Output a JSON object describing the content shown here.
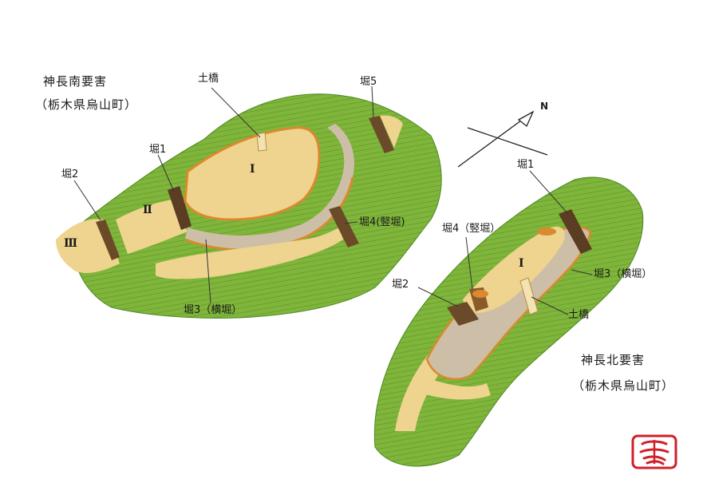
{
  "south": {
    "title": "神長南要害",
    "subtitle": "（栃木県烏山町）",
    "labels": {
      "dobashi": "土橋",
      "hori1": "堀1",
      "hori2": "堀2",
      "hori3": "堀3（横堀）",
      "hori4": "堀4(竪堀)",
      "hori5": "堀5"
    },
    "baileys": {
      "one": "Ⅰ",
      "two": "Ⅱ",
      "three": "Ⅲ"
    }
  },
  "north": {
    "title": "神長北要害",
    "subtitle": "（栃木県烏山町）",
    "labels": {
      "hori1": "堀1",
      "hori2": "堀2",
      "hori3": "堀3（横堀）",
      "hori4": "堀4（竪堀）",
      "dobashi": "土橋"
    },
    "baileys": {
      "one": "Ⅰ"
    }
  },
  "compass": {
    "label": "N"
  },
  "colors": {
    "grass": "#7fb53a",
    "grass_dark": "#4e8a23",
    "plateau": "#eed48f",
    "moat": "#cdbfa7",
    "earth": "#d98a2e",
    "seal": "#d0202a"
  }
}
